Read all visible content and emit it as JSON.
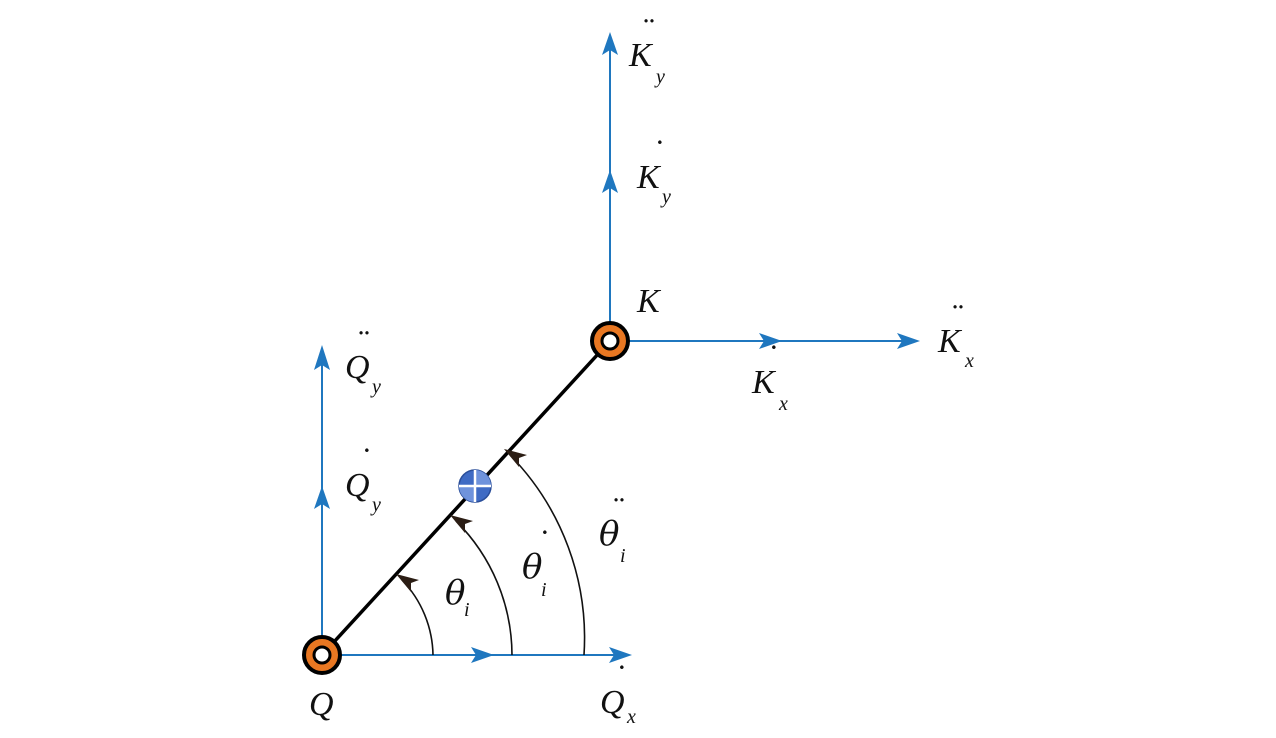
{
  "colors": {
    "vector": "#1f77bf",
    "link": "#000000",
    "joint_ring": "#e87722",
    "angle_arc": "#111111",
    "angle_arrow": "#2b1d14",
    "com": "#3f6bc4"
  },
  "joints": {
    "base": {
      "name": "Q"
    },
    "end": {
      "name": "K"
    }
  },
  "vectors": {
    "Q_ddot_y": {
      "base": "Q",
      "sub": "y",
      "marks": "̈"
    },
    "Q_dot_y": {
      "base": "Q",
      "sub": "y",
      "marks": "̇"
    },
    "Q_dot_x": {
      "base": "Q",
      "sub": "x",
      "marks": "̇"
    },
    "K_ddot_y": {
      "base": "K",
      "sub": "y",
      "marks": "̈"
    },
    "K_dot_y": {
      "base": "K",
      "sub": "y",
      "marks": "̇"
    },
    "K_dot_x": {
      "base": "K",
      "sub": "x",
      "marks": "̇"
    },
    "K_ddot_x": {
      "base": "K",
      "sub": "x",
      "marks": "̈"
    }
  },
  "angles": {
    "theta": {
      "base": "θ",
      "sub": "i"
    },
    "theta_dot": {
      "base": "θ",
      "sub": "i"
    },
    "theta_ddot": {
      "base": "θ",
      "sub": "i"
    }
  },
  "icons": {
    "center_of_mass": "center-of-mass-icon",
    "joint": "revolute-joint-icon"
  }
}
